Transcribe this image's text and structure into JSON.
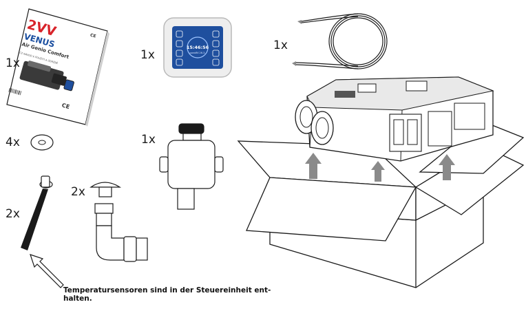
{
  "manual": {
    "brand": "2VV",
    "product": "VENUS",
    "subtitle": "Air Genio Comfort",
    "line": "CZ  NÁVOD K POUŽITÍ A ÚDRŽBĚ",
    "ce": "CE"
  },
  "controller_display": {
    "time": "15:46:56",
    "date": "pondělí 26.3."
  },
  "quantities": {
    "manual": "1x",
    "controller": "1x",
    "cable": "1x",
    "washer": "4x",
    "siphon": "1x",
    "plug": "2x",
    "sensor": "2x"
  },
  "note": "Temperatursensoren sind in der Steuereinheit ent-\nhalten.",
  "colors": {
    "outline": "#1a1a1a",
    "arrow": "#8a8a8a",
    "screen": "#1f4f9e",
    "brand_red": "#d8232a",
    "brand_blue": "#1b4fa0"
  }
}
